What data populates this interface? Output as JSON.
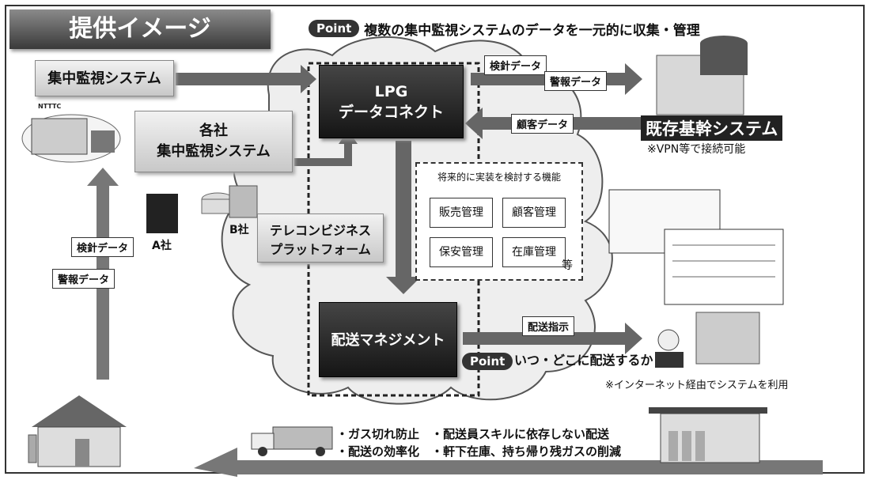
{
  "title": "提供イメージ",
  "point_badge": "Point",
  "point_text": "複数の集中監視システムのデータを一元的に収集・管理",
  "central_system": "集中監視システム",
  "company_system_line1": "各社",
  "company_system_line2": "集中監視システム",
  "company_a": "A社",
  "company_b": "B社",
  "lpg_line1": "LPG",
  "lpg_line2": "データコネクト",
  "kenshin_data": "検針データ",
  "keihou_data": "警報データ",
  "kokyaku_data": "顧客データ",
  "core_system": "既存基幹システム",
  "vpn_note": "※VPN等で接続可能",
  "future_title": "将来的に実装を検討する機能",
  "functions": [
    "販売管理",
    "顧客管理",
    "保安管理",
    "在庫管理"
  ],
  "functions_etc": "等",
  "telecom_line1": "テレコンビジネス",
  "telecom_line2": "プラットフォーム",
  "delivery_mgmt": "配送マネジメント",
  "delivery_instruction": "配送指示",
  "point2_text": "いつ・どこに配送するか",
  "internet_note": "※インターネット経由でシステムを利用",
  "benefits_line1": "・ガス切れ防止　・配送員スキルに依存しない配送",
  "benefits_line2": "・配送の効率化　・軒下在庫、持ち帰り残ガスの削減",
  "building_sign": "NTTTC"
}
